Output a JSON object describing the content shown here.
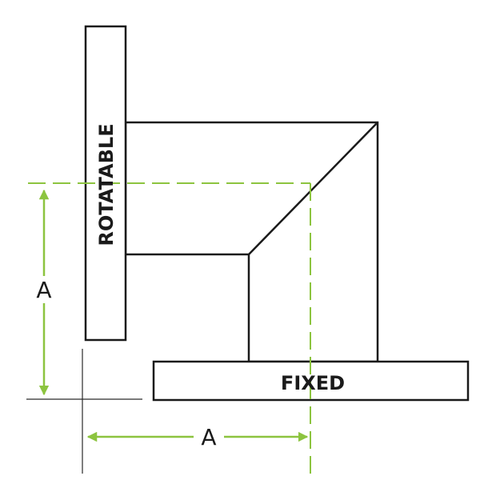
{
  "labels": {
    "rotatable": "ROTATABLE",
    "fixed": "FIXED",
    "dimension_vertical": "A",
    "dimension_horizontal": "A"
  },
  "colors": {
    "outline": "#1a1a1a",
    "dimension": "#8cc43f"
  }
}
